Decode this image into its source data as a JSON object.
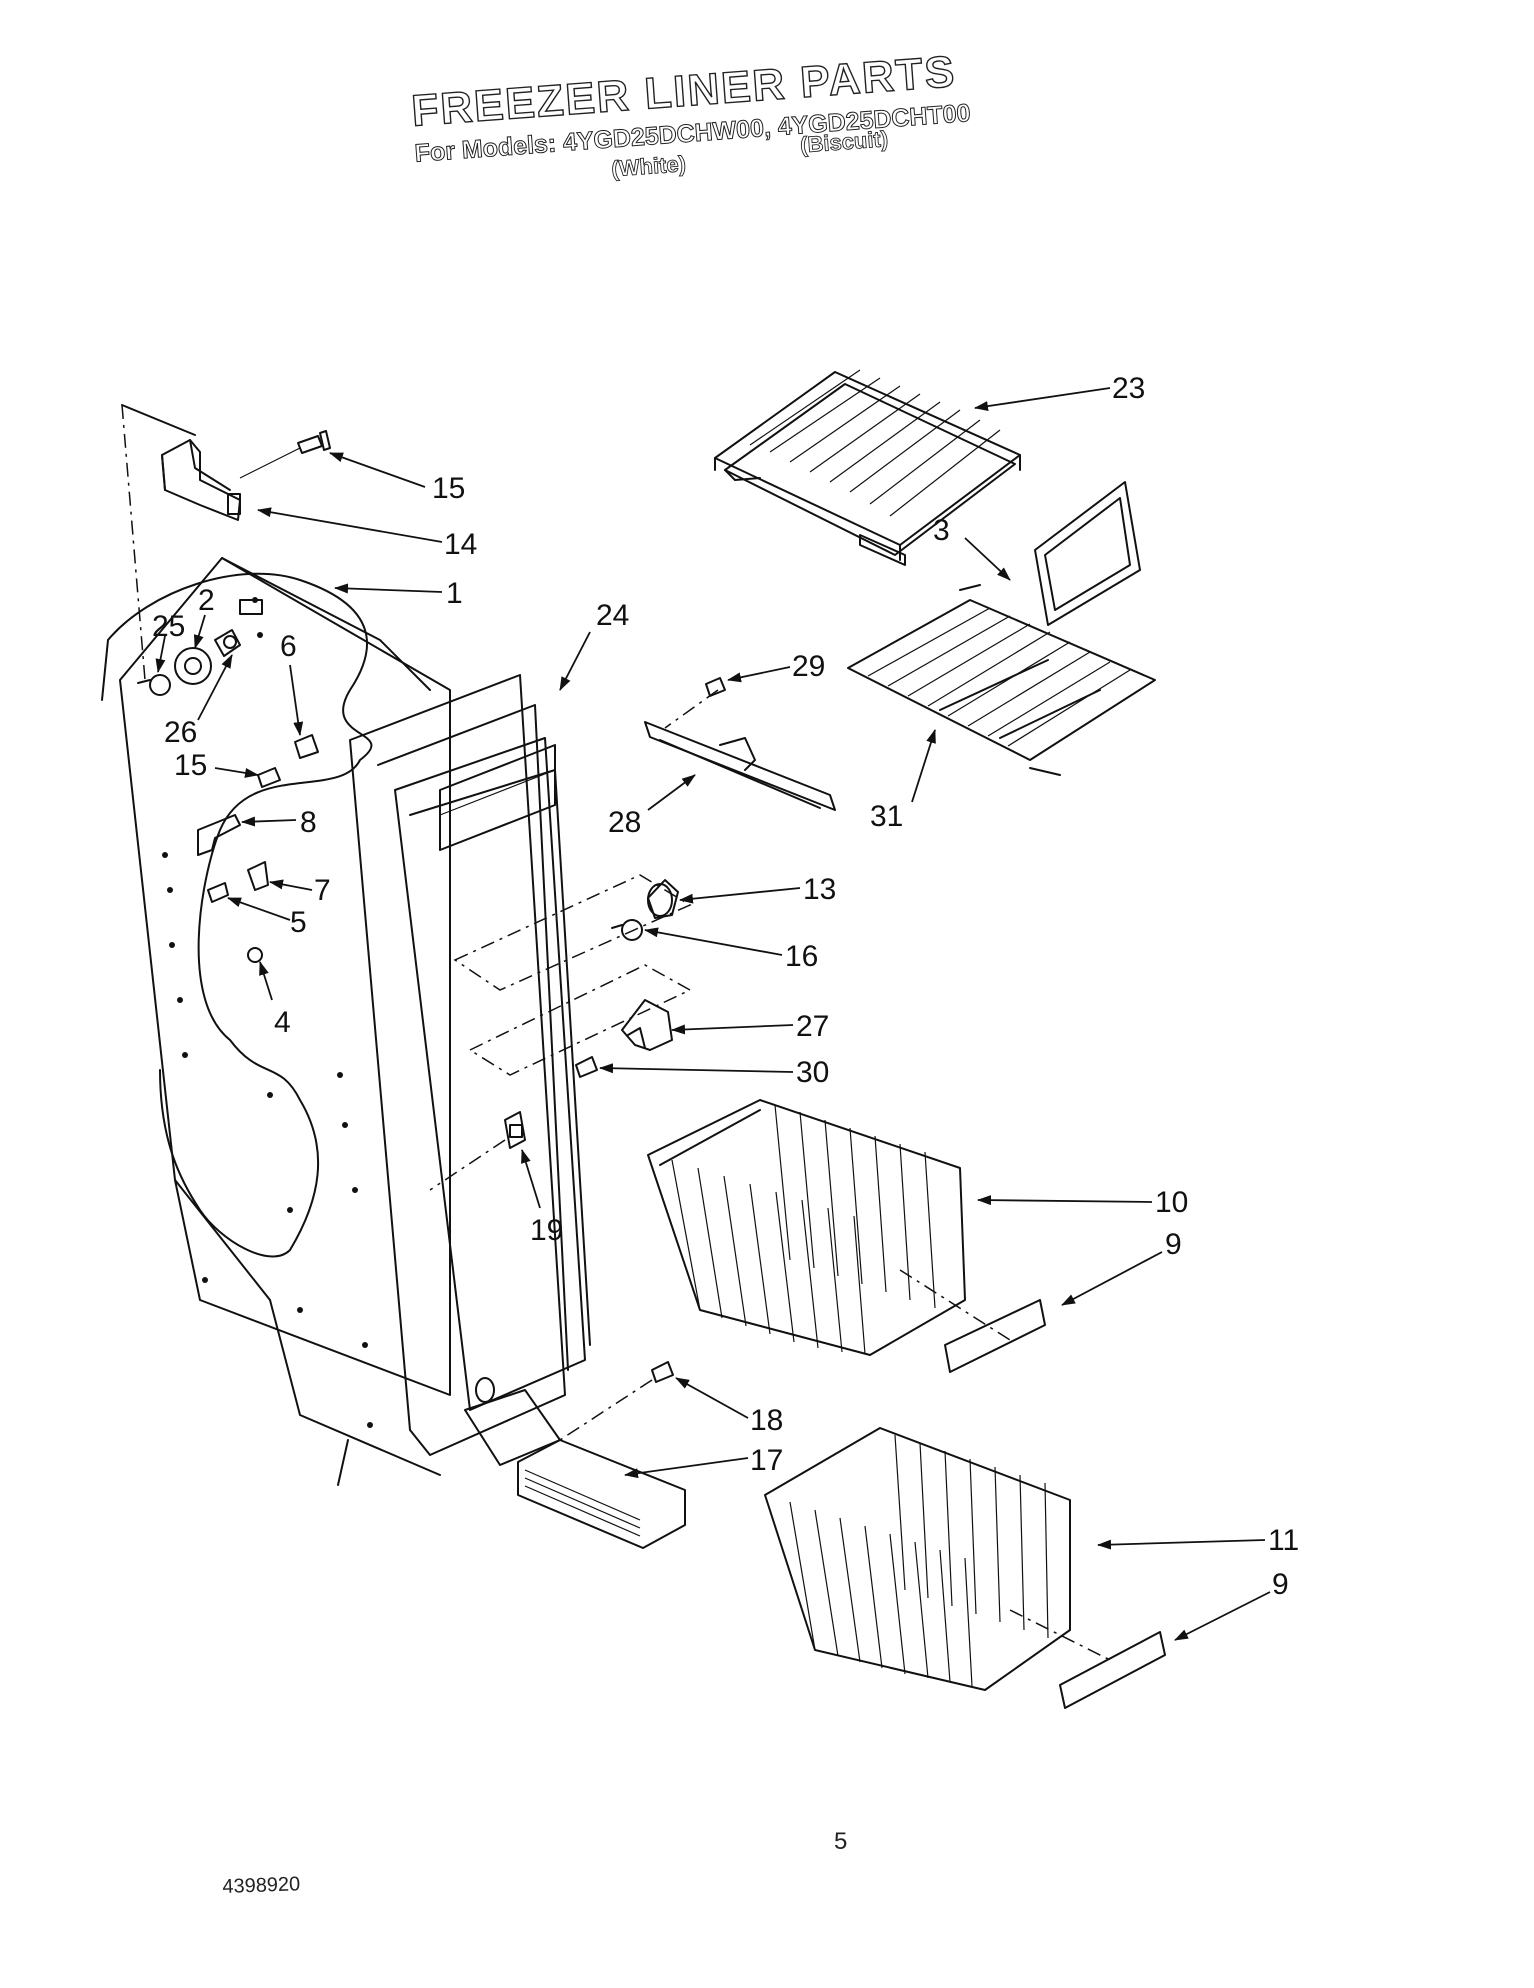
{
  "header": {
    "title": "FREEZER LINER PARTS",
    "models_line": "For Models: 4YGD25DCHW00, 4YGD25DCHT00",
    "variant_white": "(White)",
    "variant_biscuit": "(Biscuit)"
  },
  "callouts": [
    {
      "id": "c23",
      "label": "23"
    },
    {
      "id": "c15a",
      "label": "15"
    },
    {
      "id": "c14",
      "label": "14"
    },
    {
      "id": "c1",
      "label": "1"
    },
    {
      "id": "c3",
      "label": "3"
    },
    {
      "id": "c2",
      "label": "2"
    },
    {
      "id": "c25",
      "label": "25"
    },
    {
      "id": "c24",
      "label": "24"
    },
    {
      "id": "c6",
      "label": "6"
    },
    {
      "id": "c29",
      "label": "29"
    },
    {
      "id": "c26",
      "label": "26"
    },
    {
      "id": "c15b",
      "label": "15"
    },
    {
      "id": "c8",
      "label": "8"
    },
    {
      "id": "c28",
      "label": "28"
    },
    {
      "id": "c31",
      "label": "31"
    },
    {
      "id": "c13",
      "label": "13"
    },
    {
      "id": "c7",
      "label": "7"
    },
    {
      "id": "c5",
      "label": "5"
    },
    {
      "id": "c16",
      "label": "16"
    },
    {
      "id": "c4",
      "label": "4"
    },
    {
      "id": "c27",
      "label": "27"
    },
    {
      "id": "c30",
      "label": "30"
    },
    {
      "id": "c19",
      "label": "19"
    },
    {
      "id": "c10",
      "label": "10"
    },
    {
      "id": "c9a",
      "label": "9"
    },
    {
      "id": "c18",
      "label": "18"
    },
    {
      "id": "c17",
      "label": "17"
    },
    {
      "id": "c11",
      "label": "11"
    },
    {
      "id": "c9b",
      "label": "9"
    }
  ],
  "footer": {
    "page_number": "5",
    "document_number": "4398920"
  }
}
